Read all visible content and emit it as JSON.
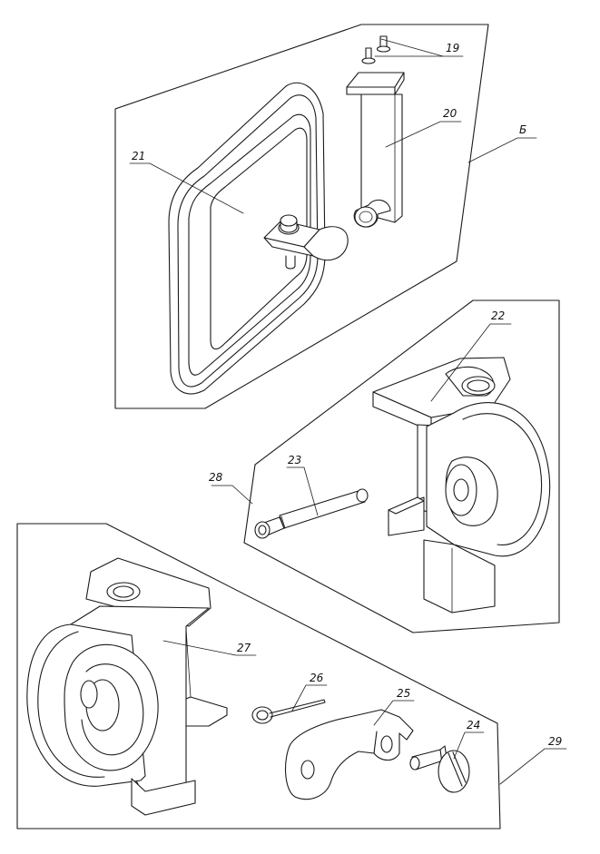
{
  "callouts": {
    "c19": "19",
    "c20": "20",
    "c21": "21",
    "cB": "Б",
    "c22": "22",
    "c23": "23",
    "c28": "28",
    "c27": "27",
    "c26": "26",
    "c25": "25",
    "c24": "24",
    "c29": "29"
  }
}
